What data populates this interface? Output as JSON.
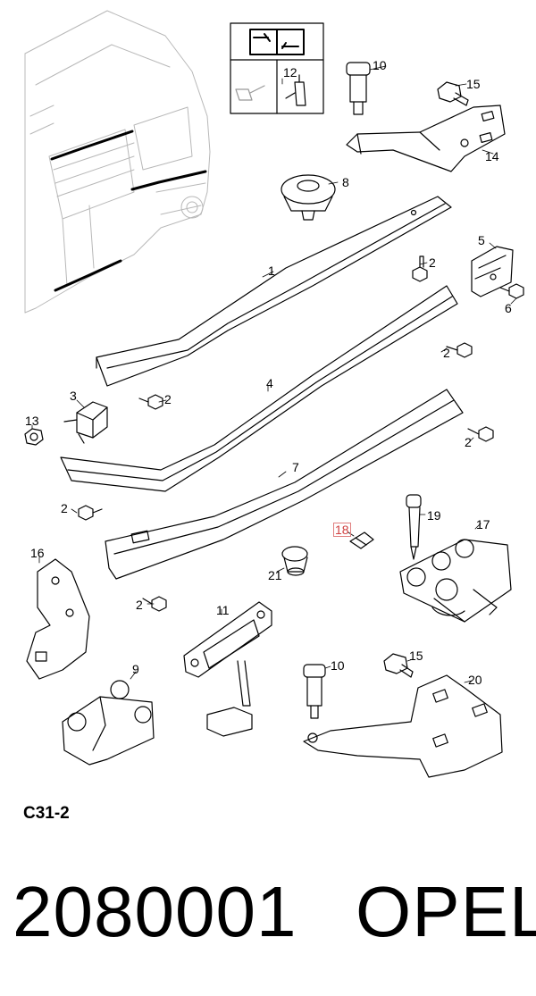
{
  "diagram": {
    "callouts": [
      "1",
      "2",
      "2",
      "2",
      "2",
      "2",
      "2",
      "3",
      "4",
      "5",
      "6",
      "7",
      "8",
      "9",
      "10",
      "10",
      "11",
      "12",
      "13",
      "14",
      "15",
      "15",
      "16",
      "17",
      "18",
      "19",
      "20",
      "21"
    ],
    "highlighted_callout": "18",
    "section_code": "C31-2"
  },
  "footer": {
    "part_number": "2080001",
    "brand": "OPEL"
  }
}
